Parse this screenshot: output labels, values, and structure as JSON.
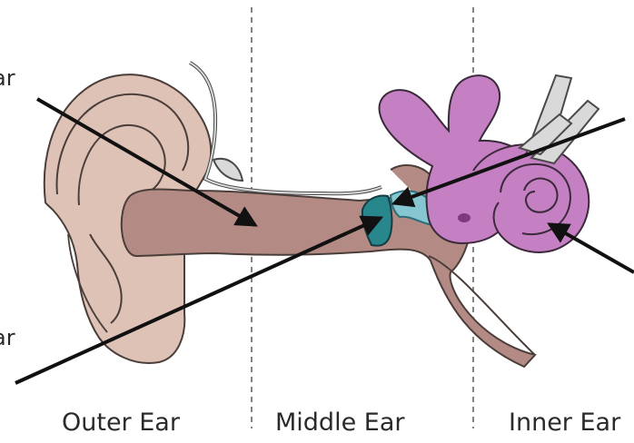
{
  "regions": {
    "outer": "Outer Ear",
    "middle": "Middle Ear",
    "inner": "Inner Ear"
  },
  "cut_labels": {
    "top": "ar",
    "bottom": "ar"
  },
  "colors": {
    "skin_light": "#e7cfc6",
    "skin_dark": "#c9a79c",
    "canal": "#b38c84",
    "teal": "#2f8d94",
    "teal_light": "#7fc8d3",
    "purple": "#c27bc0",
    "purple_dark": "#8b3e88",
    "nerve": "#d8d8d8",
    "line": "#111111",
    "divider": "#666666"
  }
}
